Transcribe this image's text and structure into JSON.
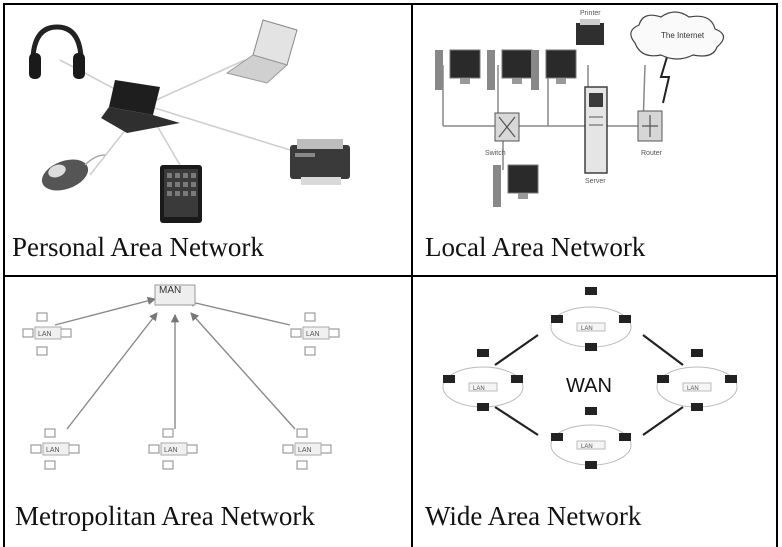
{
  "cells": [
    {
      "caption": "Personal Area Network",
      "diagram_label": ""
    },
    {
      "caption": "Local Area Network",
      "diagram_labels": {
        "printer": "Printer",
        "cloud": "The Internet",
        "switch": "Switch",
        "server": "Server",
        "router": "Router"
      }
    },
    {
      "caption": "Metropolitan Area Network",
      "diagram_labels": {
        "hub": "MAN",
        "lan": "LAN"
      }
    },
    {
      "caption": "Wide Area Network",
      "diagram_labels": {
        "hub": "WAN",
        "lan": "LAN"
      }
    }
  ]
}
